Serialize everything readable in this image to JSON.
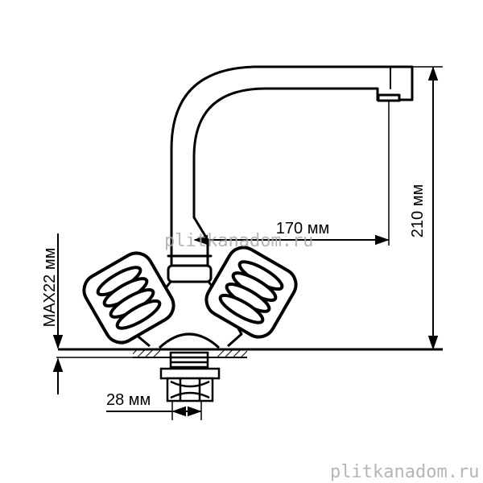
{
  "labels": {
    "reach": "170 мм",
    "height": "210 мм",
    "max_thickness": "MAX22 мм",
    "shank_diameter": "28 мм"
  },
  "watermark": {
    "center": "plitkanadom.ru",
    "corner": "plitkanadom.ru"
  },
  "colors": {
    "stroke": "#000000",
    "background": "#ffffff",
    "watermark": "#a9a9a9"
  }
}
